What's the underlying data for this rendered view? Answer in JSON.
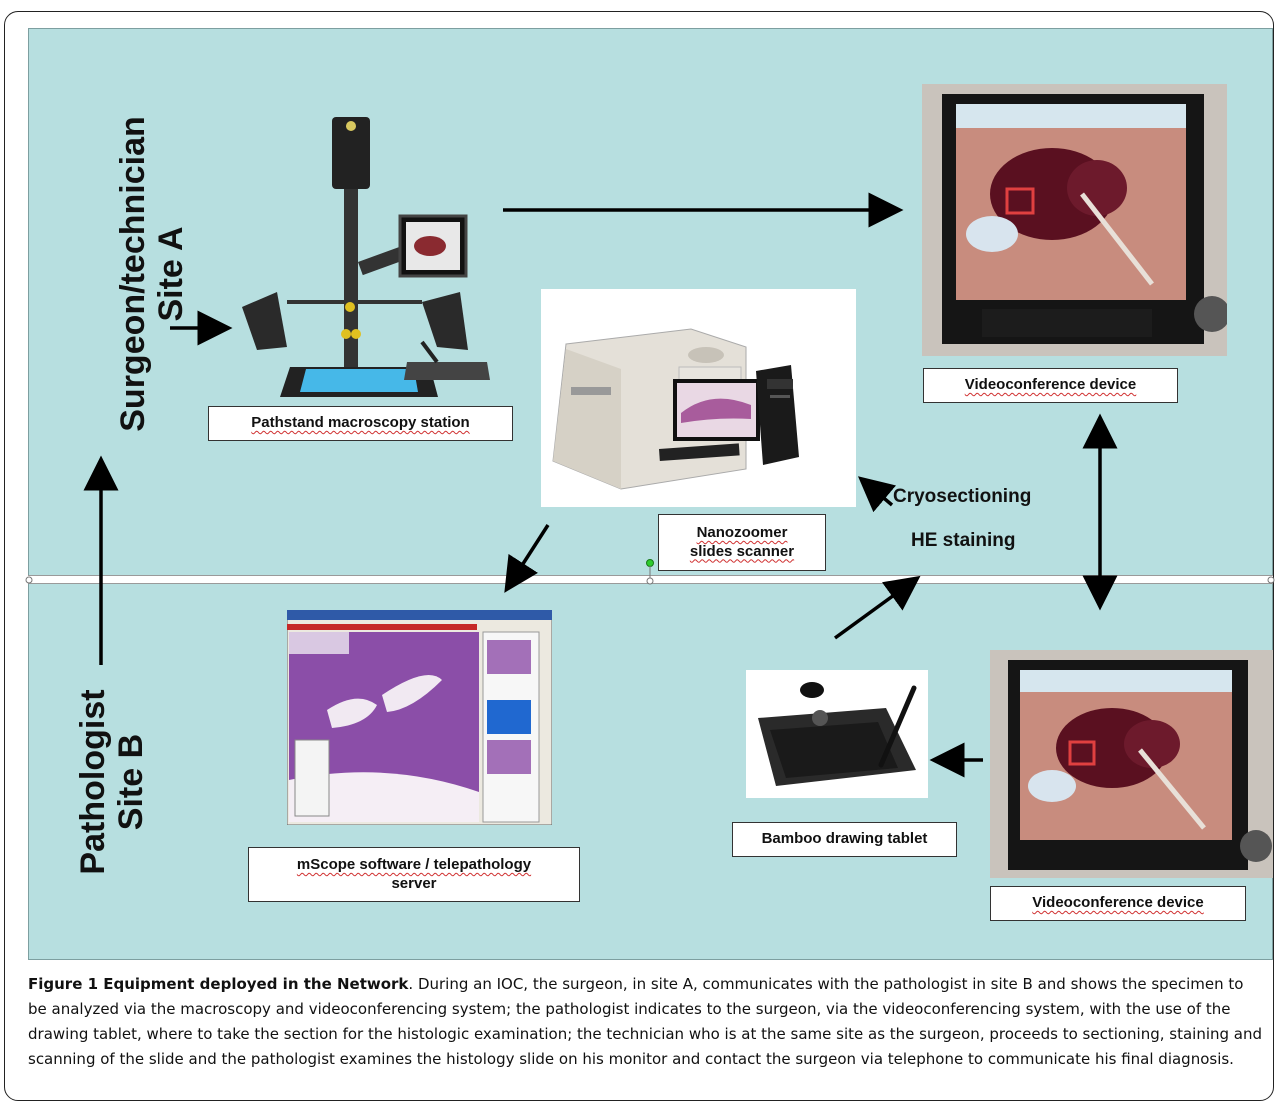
{
  "sites": {
    "a_label_line1": "Surgeon/technician",
    "a_label_line2": "Site A",
    "b_label_line1": "Pathologist",
    "b_label_line2": "Site B"
  },
  "labels": {
    "pathstand": "Pathstand macroscopy station",
    "videoconf_a": "Videoconference device",
    "nanozoomer_line1": "Nanozoomer",
    "nanozoomer_line2": "slides scanner",
    "cryosectioning": "Cryosectioning",
    "he_staining": "HE staining",
    "mscope_line1": "mScope software / telepathology",
    "mscope_line2": "server",
    "bamboo": "Bamboo drawing tablet",
    "videoconf_b": "Videoconference device"
  },
  "caption": {
    "title": "Figure 1 Equipment deployed in the Network",
    "body": ". During an IOC, the surgeon, in site A, communicates with the pathologist in site B and shows the specimen to be analyzed via the macroscopy and videoconferencing system; the pathologist indicates to the surgeon, via the videoconferencing system, with the use of the drawing tablet, where to take the section for the histologic examination; the technician who is at the same site as the surgeon, proceeds to sectioning, staining and scanning of the slide and the pathologist examines the histology slide on his monitor and contact the surgeon via telephone to communicate his final diagnosis."
  },
  "colors": {
    "background_panel": "#b7dfe0",
    "arrow": "#000000",
    "spellcheck_underline": "#d03030"
  }
}
